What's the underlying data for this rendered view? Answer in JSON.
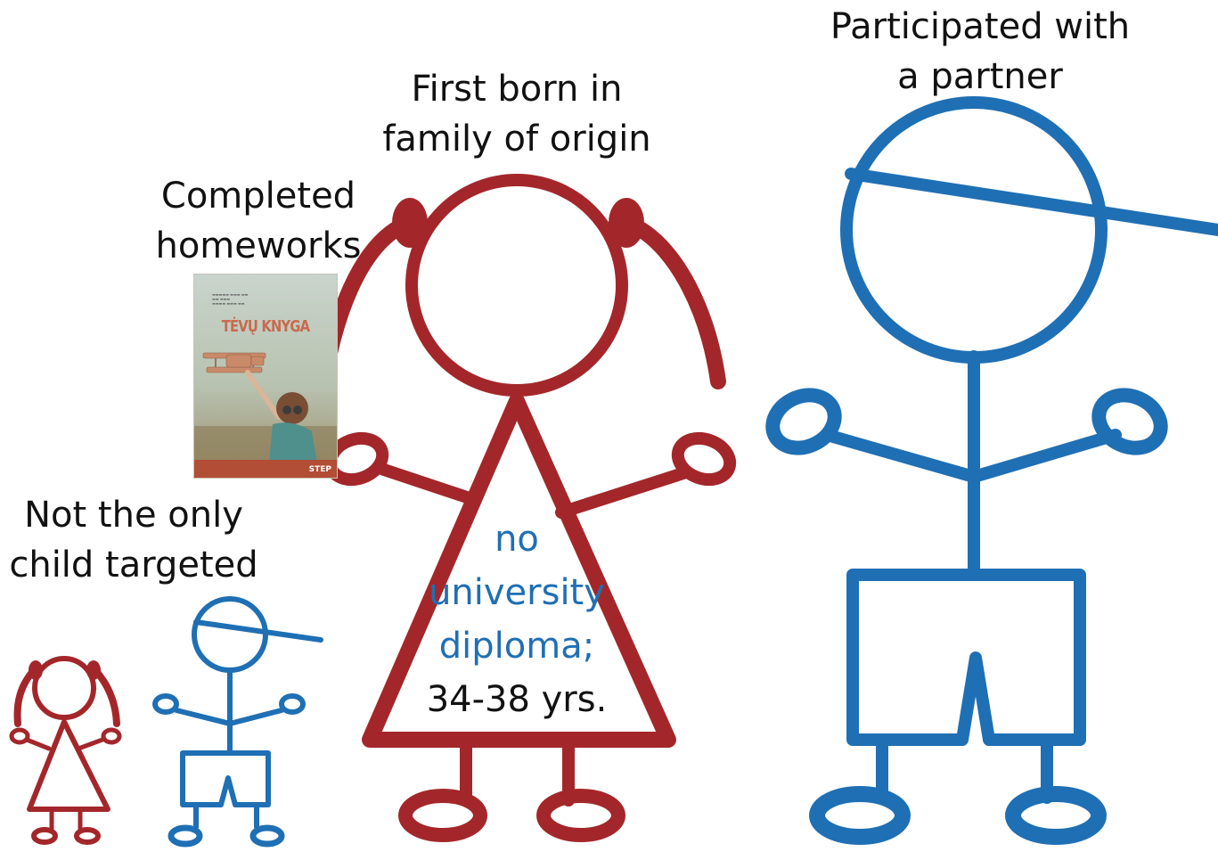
{
  "labels": {
    "first_born": [
      "First born in",
      "family of origin"
    ],
    "partner": [
      "Participated with",
      "a partner"
    ],
    "homeworks": [
      "Completed",
      "homeworks"
    ],
    "not_only": [
      "Not the only",
      "child targeted"
    ],
    "education": [
      "no",
      "university",
      "diploma;"
    ],
    "age": "34-38 yrs."
  },
  "book": {
    "title": "TĖVŲ KNYGA",
    "brand": "STEP"
  },
  "colors": {
    "red": "#a3272a",
    "blue": "#1f6fb4",
    "text": "#111111"
  }
}
